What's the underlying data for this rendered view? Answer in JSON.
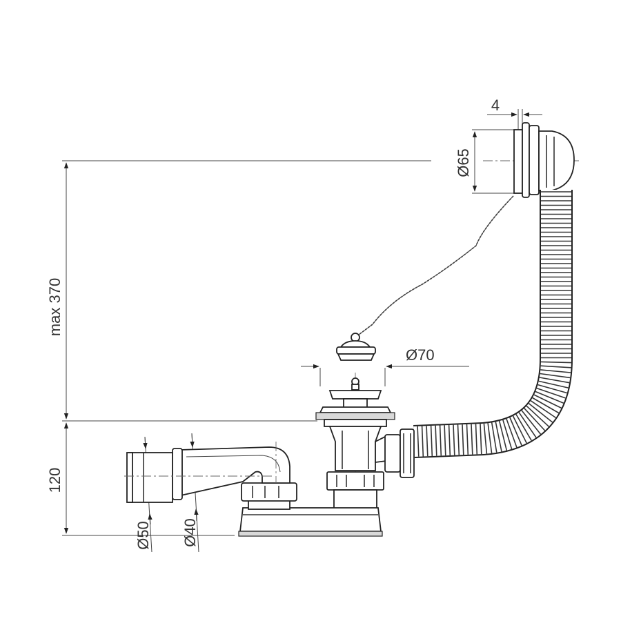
{
  "dimensions": {
    "height_overflow": "max 370",
    "height_bottom": "120",
    "overflow_diameter": "Ø65",
    "overflow_thickness": "4",
    "plug_diameter": "Ø70",
    "outlet_outer_diameter": "Ø50",
    "outlet_inner_diameter": "Ø40"
  }
}
